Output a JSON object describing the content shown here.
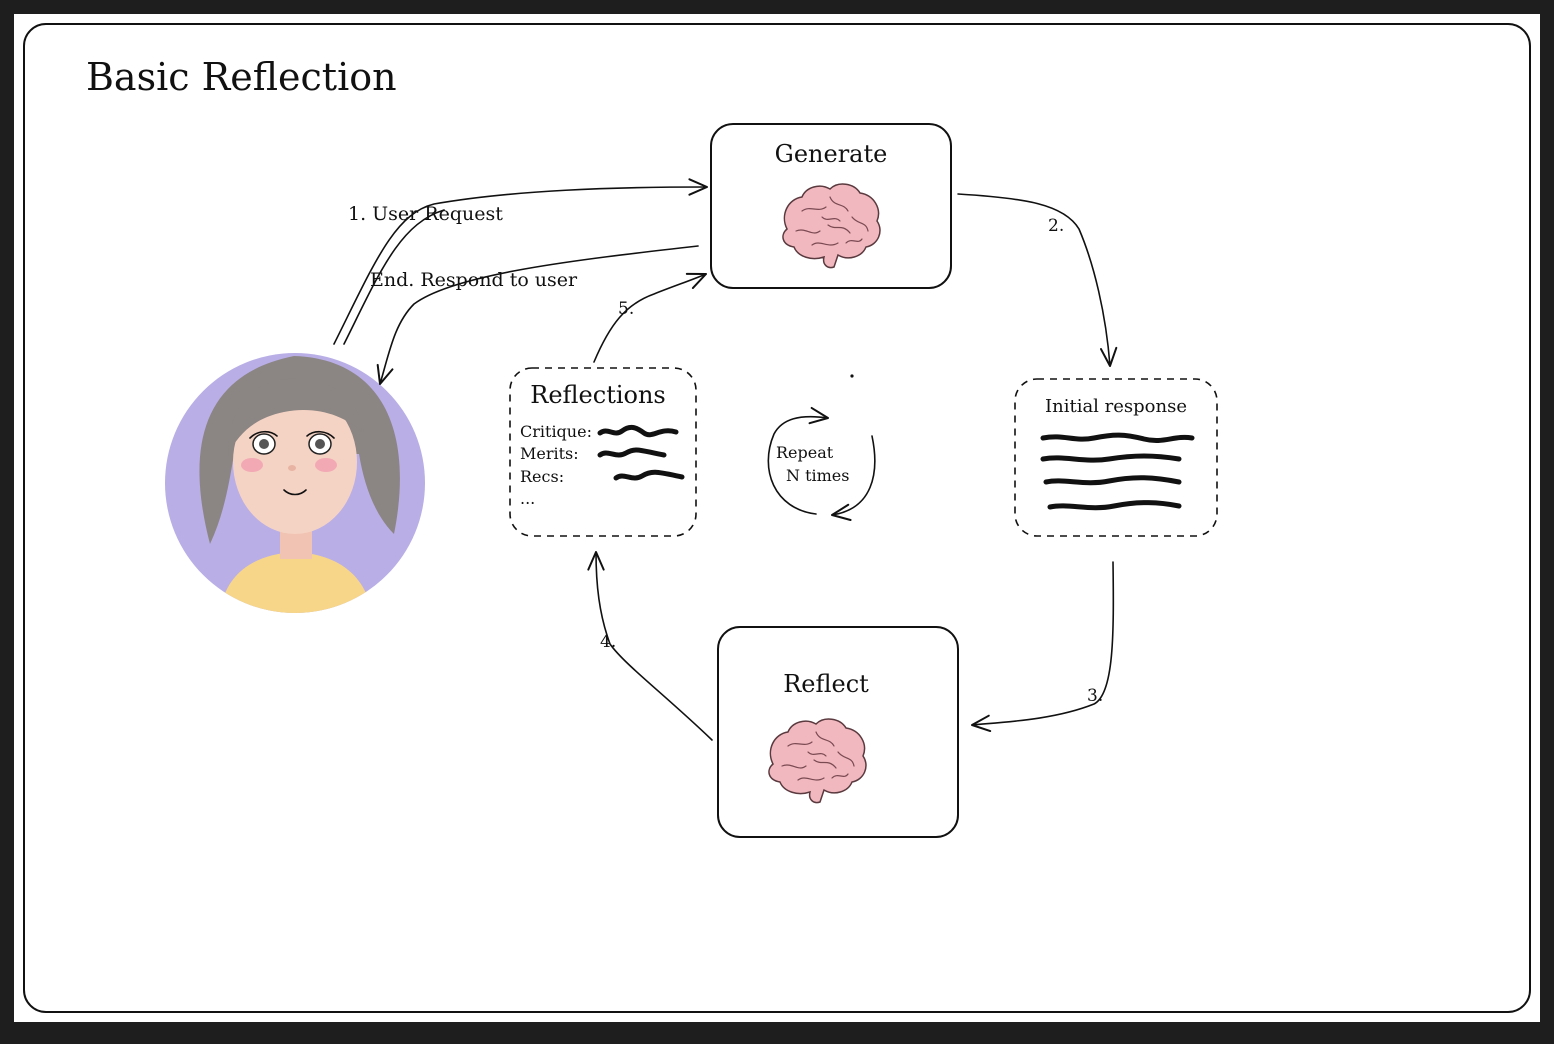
{
  "title": "Basic Reflection",
  "nodes": {
    "generate": {
      "label": "Generate"
    },
    "initial_response": {
      "label": "Initial response"
    },
    "reflect": {
      "label": "Reflect"
    },
    "reflections": {
      "label": "Reflections",
      "fields": [
        "Critique:",
        "Merits:",
        "Recs:",
        "..."
      ]
    }
  },
  "edges": {
    "user_request": "1. User Request",
    "respond": "End. Respond to user",
    "step2": "2.",
    "step3": "3.",
    "step4": "4.",
    "step5": "5."
  },
  "loop": {
    "line1": "Repeat",
    "line2": "N times"
  },
  "colors": {
    "avatar_bg": "#b9aee6",
    "hair": "#8b8583",
    "skin": "#f5d3c4",
    "shirt": "#f7d689",
    "brain": "#f2b8bf"
  },
  "icons": [
    "brain-icon",
    "user-avatar"
  ]
}
